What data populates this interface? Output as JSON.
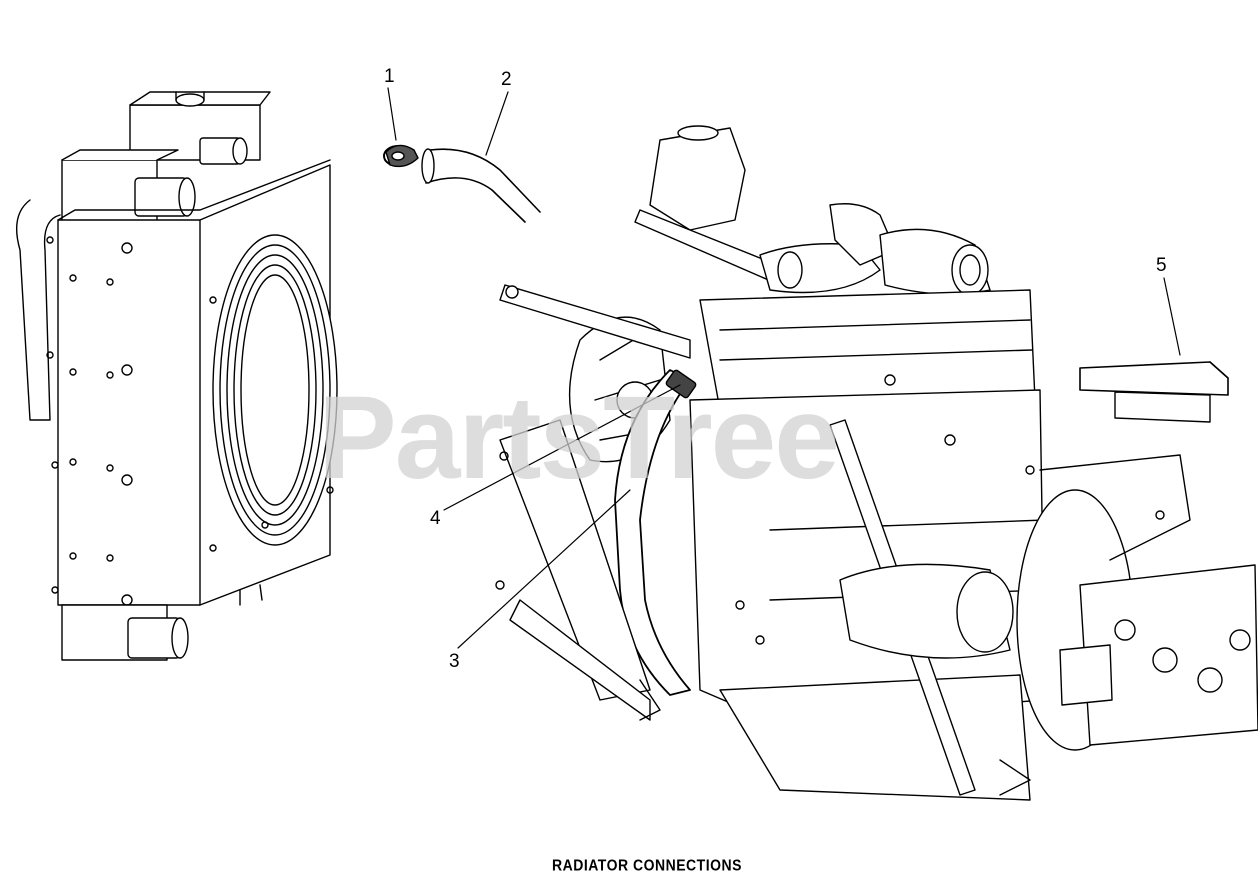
{
  "caption": "RADIATOR CONNECTIONS",
  "watermark": "PartsTree",
  "callouts": [
    {
      "id": "1",
      "label": "1"
    },
    {
      "id": "2",
      "label": "2"
    },
    {
      "id": "3",
      "label": "3"
    },
    {
      "id": "4",
      "label": "4"
    },
    {
      "id": "5",
      "label": "5"
    }
  ],
  "colors": {
    "line": "#000000",
    "watermark": "#d2d2d2",
    "background": "#ffffff"
  }
}
